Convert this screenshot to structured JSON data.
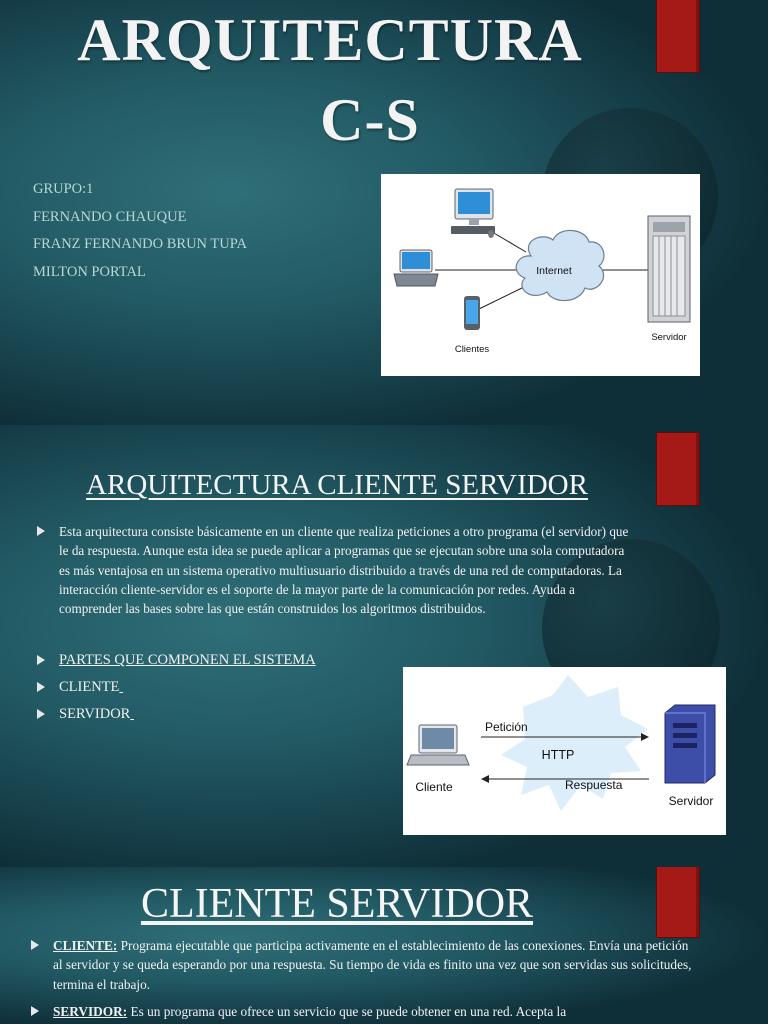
{
  "slide1": {
    "title_line1": "ARQUITECTURA",
    "title_line2": "C-S",
    "group_lines": [
      "GRUPO:1",
      "FERNANDO CHAUQUE",
      "FRANZ FERNANDO BRUN TUPA",
      "MILTON PORTAL"
    ],
    "diagram": {
      "cloud_label": "Internet",
      "clients_label": "Clientes",
      "server_label": "Servidor"
    }
  },
  "slide2": {
    "title": "ARQUITECTURA CLIENTE SERVIDOR",
    "paragraph": " Esta arquitectura consiste básicamente en un cliente que realiza peticiones a otro programa (el servidor) que le da respuesta. Aunque esta idea se puede aplicar a programas que se ejecutan sobre una sola computadora es más ventajosa en un sistema operativo multiusuario distribuido a través de una red de computadoras. La interacción cliente-servidor es el soporte de la mayor parte de la comunicación por redes. Ayuda a comprender las bases sobre las que están construidos los algoritmos distribuidos.",
    "items": [
      "PARTES QUE COMPONEN EL SISTEMA",
      "CLIENTE",
      "SERVIDOR"
    ],
    "diagram": {
      "request_label": "Petición",
      "protocol_label": "HTTP",
      "response_label": "Respuesta",
      "client_label": "Cliente",
      "server_label": "Servidor"
    }
  },
  "slide3": {
    "title": "CLIENTE SERVIDOR",
    "bullet1_term": "CLIENTE:",
    "bullet1_text": " Programa ejecutable que participa activamente en el establecimiento de las conexiones. Envía una petición al servidor y se queda esperando por una respuesta. Su tiempo de vida es finito una vez que son servidas sus solicitudes, termina el trabajo.",
    "bullet2_term": "SERVIDOR:",
    "bullet2_text": " Es un programa que ofrece un servicio que se puede obtener en una red. Acepta la"
  }
}
